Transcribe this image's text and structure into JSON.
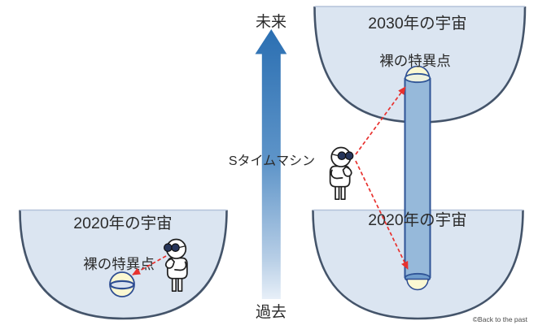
{
  "diagram": {
    "time_axis": {
      "future_label": "未来",
      "past_label": "過去",
      "machine_label": "Sタイムマシン"
    },
    "left_universe": {
      "title": "2020年の宇宙",
      "singularity_label": "裸の特異点"
    },
    "future_universe": {
      "title": "2030年の宇宙",
      "singularity_label": "裸の特異点"
    },
    "past_universe": {
      "title": "2020年の宇宙"
    },
    "copyright": "©Back to the past",
    "colors": {
      "universe_fill": "#dbe5f1",
      "universe_border": "#44546a",
      "universe_top_line": "#b3c2d9",
      "tube_fill": "#96b9da",
      "tube_border": "#2f5496",
      "singularity_fill": "#fbf8d2",
      "singularity_border": "#2e4d92",
      "time_axis_top": "#2b6fb2",
      "time_axis_bottom": "#e7eff8",
      "pointer_red": "#e8312e",
      "text": "#2b2b2b",
      "copyright_text": "#4a4a4a"
    }
  }
}
